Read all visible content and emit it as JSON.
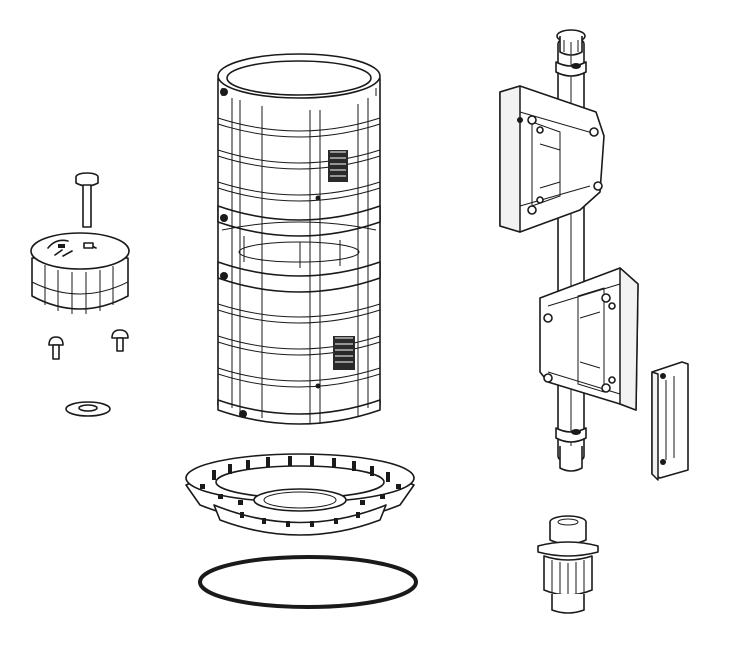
{
  "diagram": {
    "type": "exploded-parts-view",
    "background_color": "#ffffff",
    "line_color": "#1a1a1a",
    "parts": [
      {
        "name": "long-screw"
      },
      {
        "name": "knurled-cap"
      },
      {
        "name": "small-screw-left"
      },
      {
        "name": "small-screw-right"
      },
      {
        "name": "flat-washer"
      },
      {
        "name": "cylindrical-screen-filter"
      },
      {
        "name": "ribbed-base-ring"
      },
      {
        "name": "o-ring-seal"
      },
      {
        "name": "central-shaft"
      },
      {
        "name": "upper-bracket"
      },
      {
        "name": "lower-bracket"
      },
      {
        "name": "side-plate"
      },
      {
        "name": "bottom-fitting"
      }
    ]
  }
}
